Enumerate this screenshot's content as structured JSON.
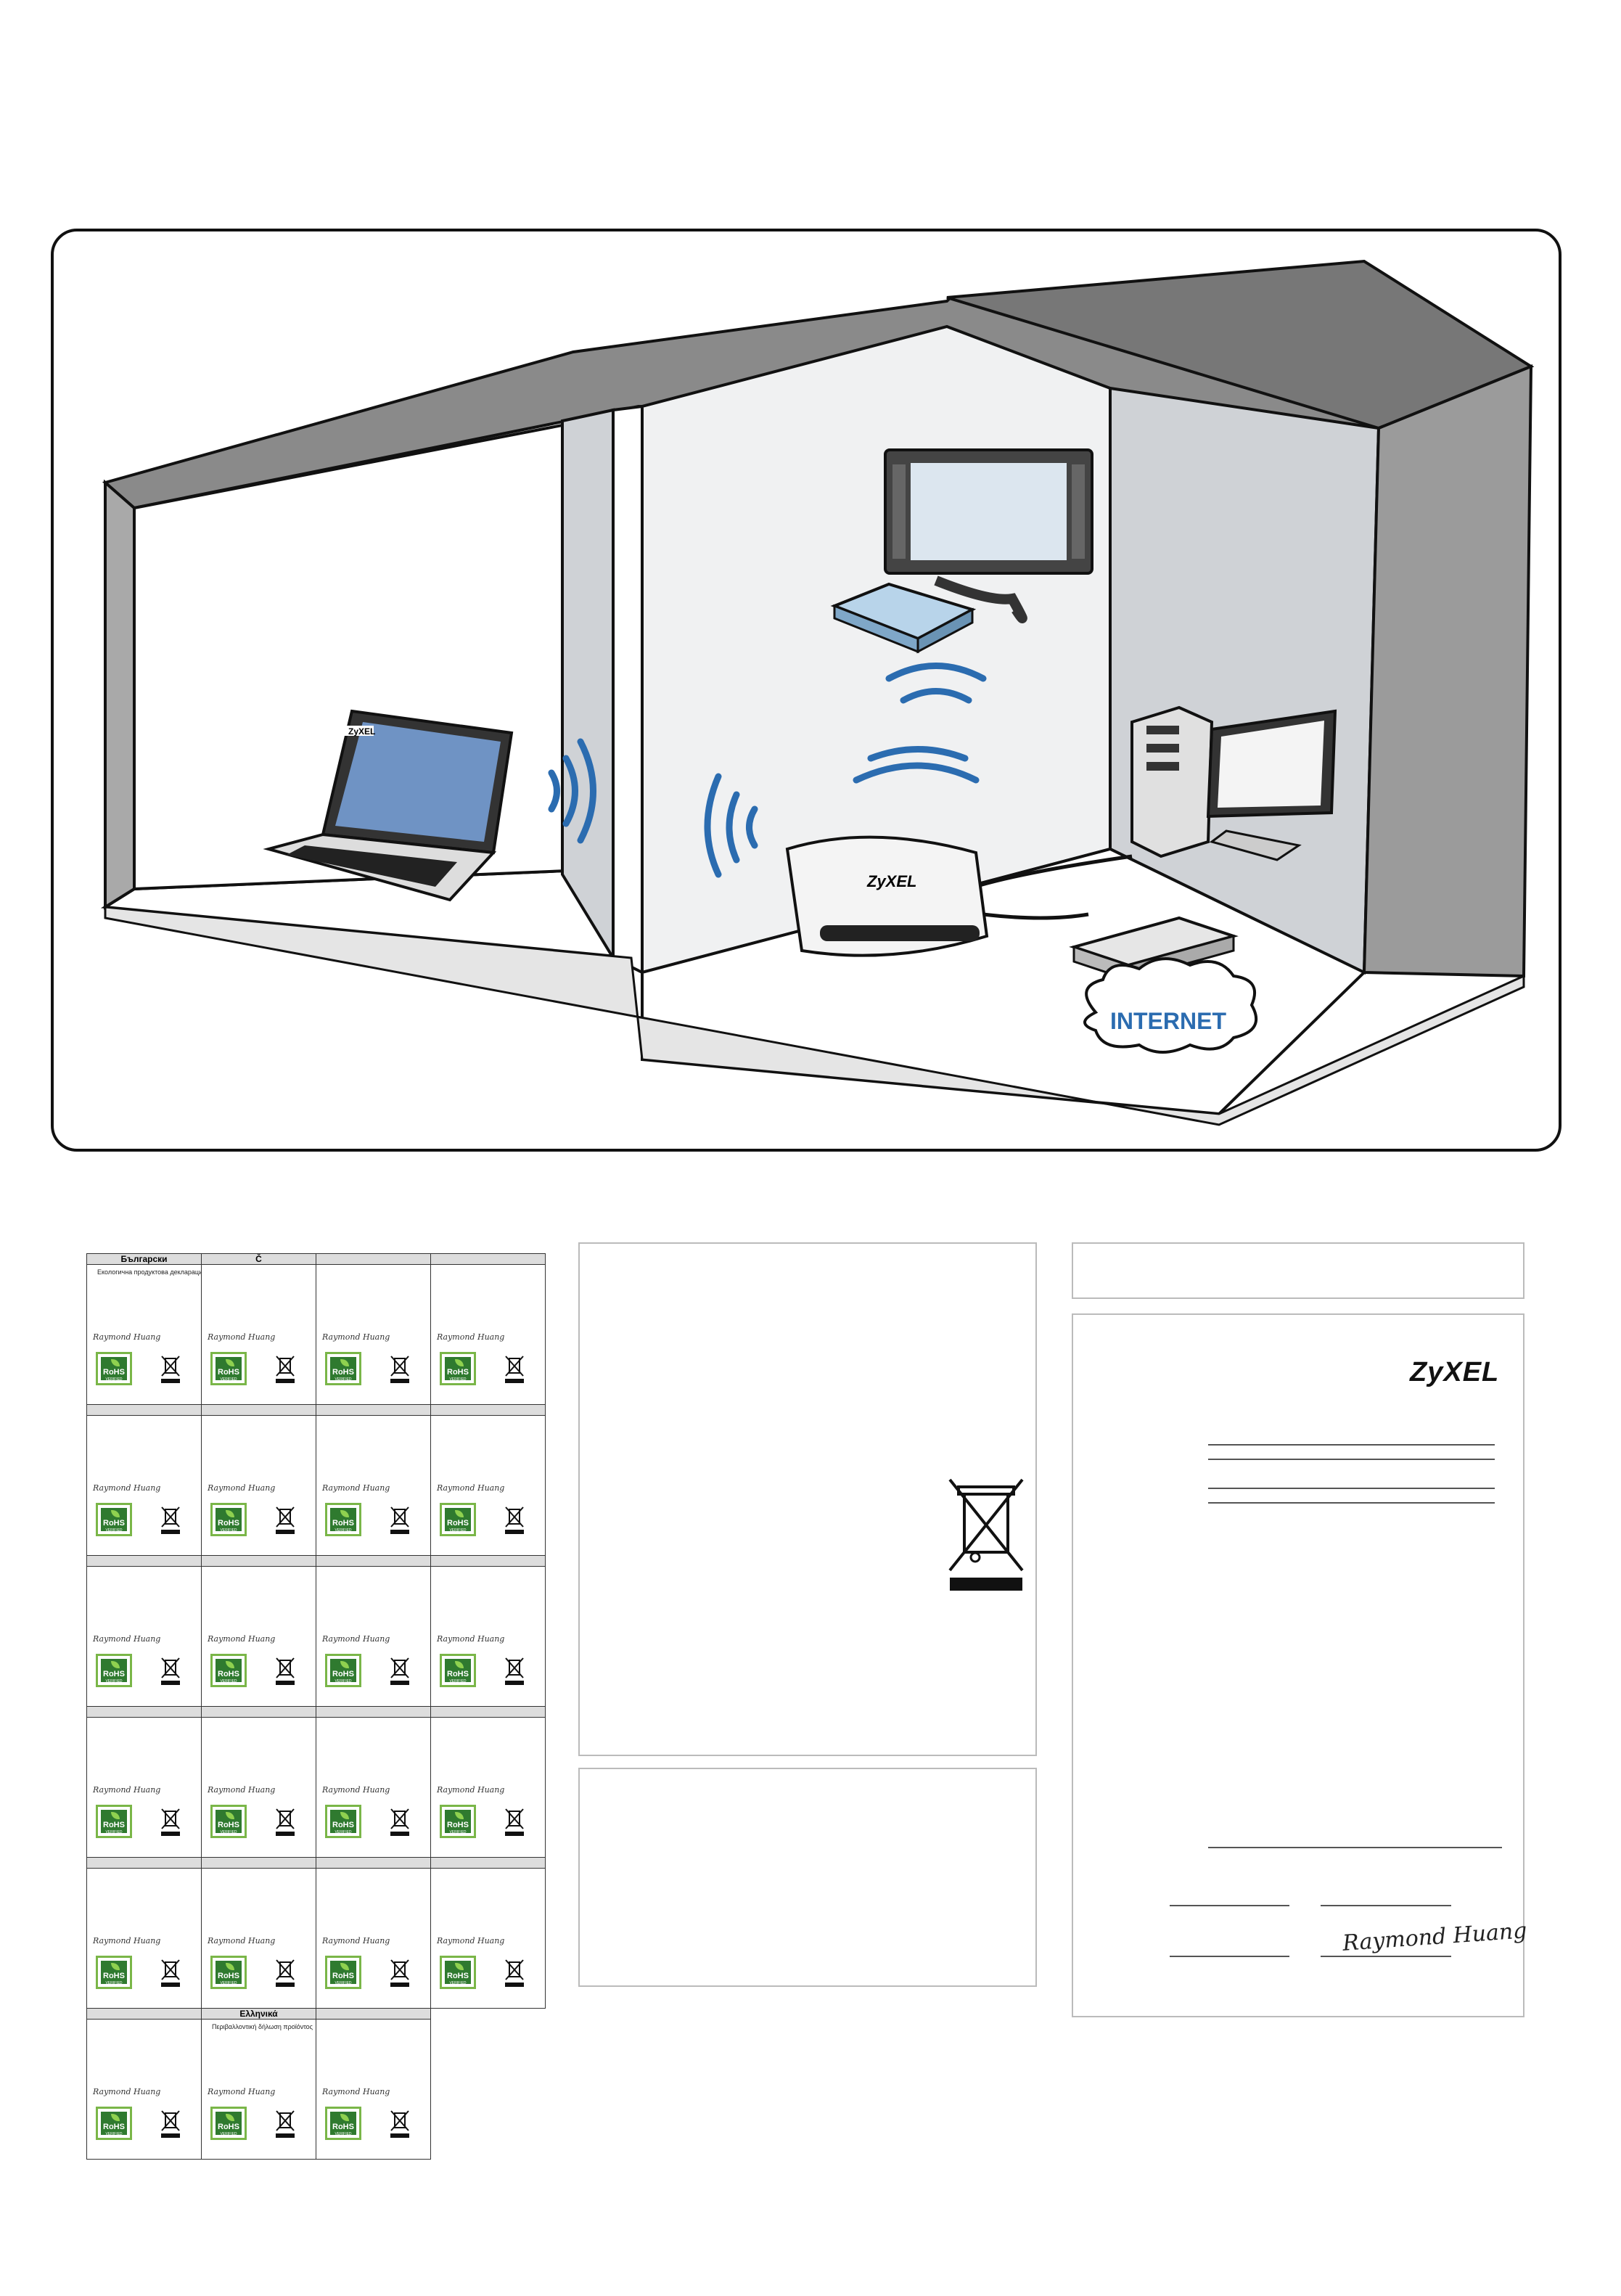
{
  "illustration": {
    "internet_label": "INTERNET",
    "router_logo": "ZyXEL",
    "laptop_logo": "ZyXEL",
    "devices": [
      "laptop-icon",
      "router-icon",
      "tv-icon",
      "settop-box-icon",
      "desktop-pc-icon",
      "modem-icon",
      "wifi-waves-icon"
    ],
    "wifi_color": "#2b6cb0"
  },
  "declaration_grid": {
    "headers": [
      "Български",
      "Č",
      "Ελληνικά"
    ],
    "bulgarian_title": "Екологична продуктова декларация",
    "greek_title": "Περιβαλλοντική δήλωση προϊόντος",
    "signature_text": "Raymond Huang",
    "rohs_label": "RoHS",
    "rohs_sub": "VERIFIED"
  },
  "right_panel": {
    "logo": "ZyXEL",
    "signature_text": "Raymond Huang"
  }
}
